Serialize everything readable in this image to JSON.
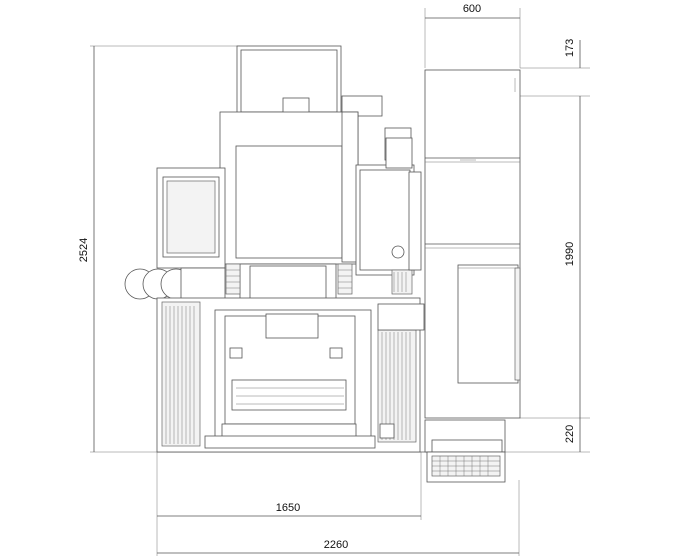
{
  "dimensions": {
    "top_width": "600",
    "top_right_height": "173",
    "main_height": "1990",
    "base_height": "220",
    "overall_height": "2524",
    "machine_width": "1650",
    "overall_width": "2260"
  }
}
